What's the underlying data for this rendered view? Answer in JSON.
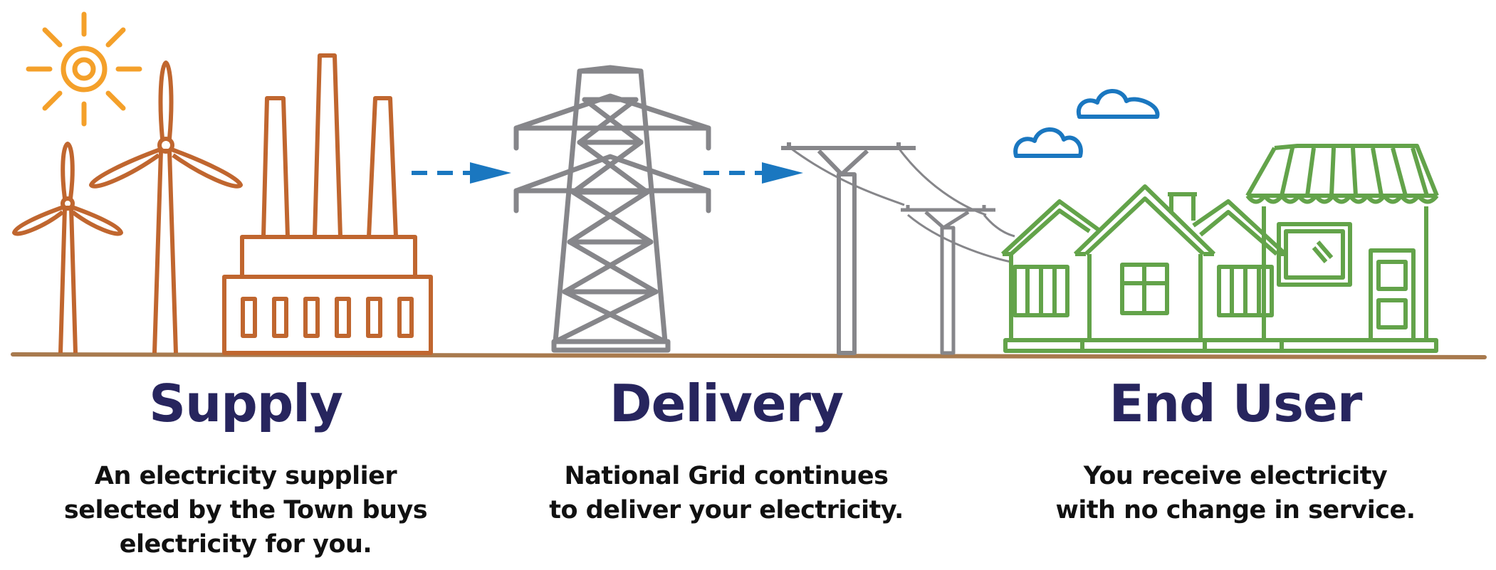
{
  "colors": {
    "supply": "#C0662F",
    "delivery": "#86868A",
    "end_user": "#63A34A",
    "sun": "#F4A02A",
    "arrow": "#1A77C0",
    "cloud": "#1A77C0",
    "ground": "#A87A4E",
    "title": "#27255E"
  },
  "icons": {
    "supply": [
      "sun-icon",
      "wind-turbine-icon",
      "factory-icon"
    ],
    "delivery": [
      "transmission-tower-icon",
      "utility-pole-icon"
    ],
    "end_user": [
      "house-icon",
      "store-icon",
      "cloud-icon"
    ]
  },
  "stages": [
    {
      "title": "Supply",
      "lines": [
        "An electricity supplier",
        "selected by the Town buys",
        "electricity for you."
      ]
    },
    {
      "title": "Delivery",
      "lines": [
        "National Grid continues",
        "to deliver your electricity."
      ]
    },
    {
      "title": "End User",
      "lines": [
        "You receive electricity",
        "with no change in service."
      ]
    }
  ]
}
